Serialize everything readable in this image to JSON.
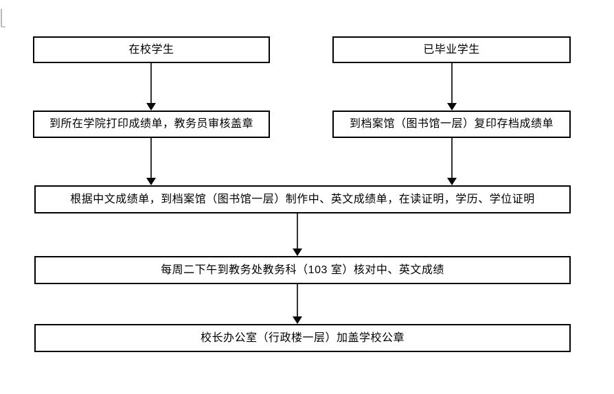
{
  "flowchart": {
    "nodes": [
      {
        "id": "current-students",
        "label": "在校学生"
      },
      {
        "id": "graduated-students",
        "label": "已毕业学生"
      },
      {
        "id": "college-print-transcript",
        "label": "到所在学院打印成绩单，教务员审核盖章"
      },
      {
        "id": "archives-copy-transcript",
        "label": "到档案馆（图书馆一层）复印存档成绩单"
      },
      {
        "id": "archives-make-documents",
        "label": "根据中文成绩单，到档案馆（图书馆一层）制作中、英文成绩单，在读证明，学历、学位证明"
      },
      {
        "id": "verify-scores",
        "label": "每周二下午到教务处教务科（103 室）核对中、英文成绩"
      },
      {
        "id": "president-office-seal",
        "label": "校长办公室（行政楼一层）加盖学校公章"
      }
    ],
    "edges": [
      {
        "from": "current-students",
        "to": "college-print-transcript"
      },
      {
        "from": "graduated-students",
        "to": "archives-copy-transcript"
      },
      {
        "from": "college-print-transcript",
        "to": "archives-make-documents"
      },
      {
        "from": "archives-copy-transcript",
        "to": "archives-make-documents"
      },
      {
        "from": "archives-make-documents",
        "to": "verify-scores"
      },
      {
        "from": "verify-scores",
        "to": "president-office-seal"
      }
    ]
  },
  "colors": {
    "background": "#ffffff",
    "box_border": "#000000",
    "text": "#000000",
    "arrow_line": "#2f2f2f",
    "arrow_head": "#0a0a0a",
    "cursor_artifact": "#b8b8b8"
  }
}
